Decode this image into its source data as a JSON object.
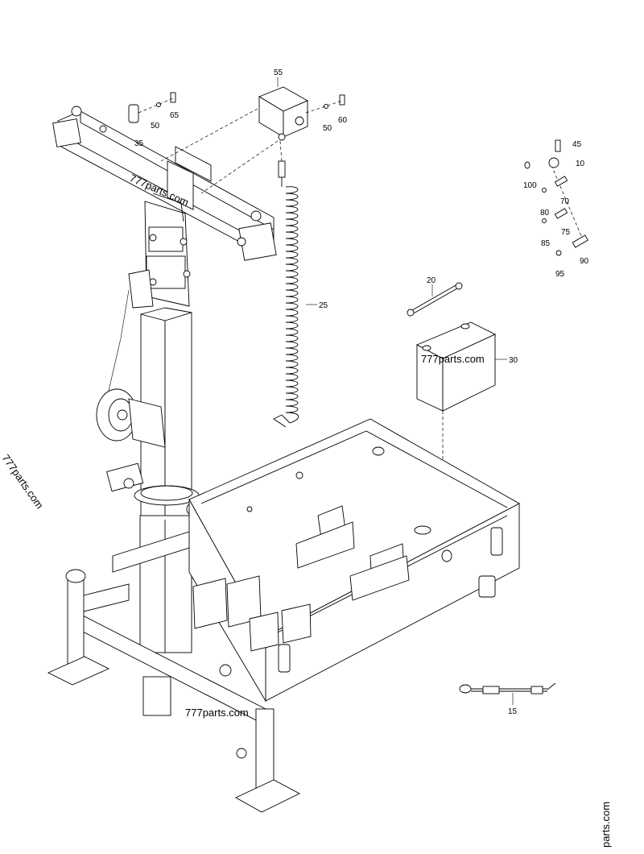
{
  "part_callouts": {
    "p10": "10",
    "p15": "15",
    "p20": "20",
    "p25": "25",
    "p30": "30",
    "p35": "35",
    "p45": "45",
    "p50a": "50",
    "p50b": "50",
    "p55": "55",
    "p60": "60",
    "p65": "65",
    "p70": "70",
    "p75": "75",
    "p80": "80",
    "p85": "85",
    "p90": "90",
    "p95": "95",
    "p100": "100"
  },
  "watermarks": {
    "boom": "777parts.com",
    "battery": "777parts.com",
    "frame": "777parts.com",
    "left_edge": "777parts.com",
    "right_edge": "parts.com"
  }
}
